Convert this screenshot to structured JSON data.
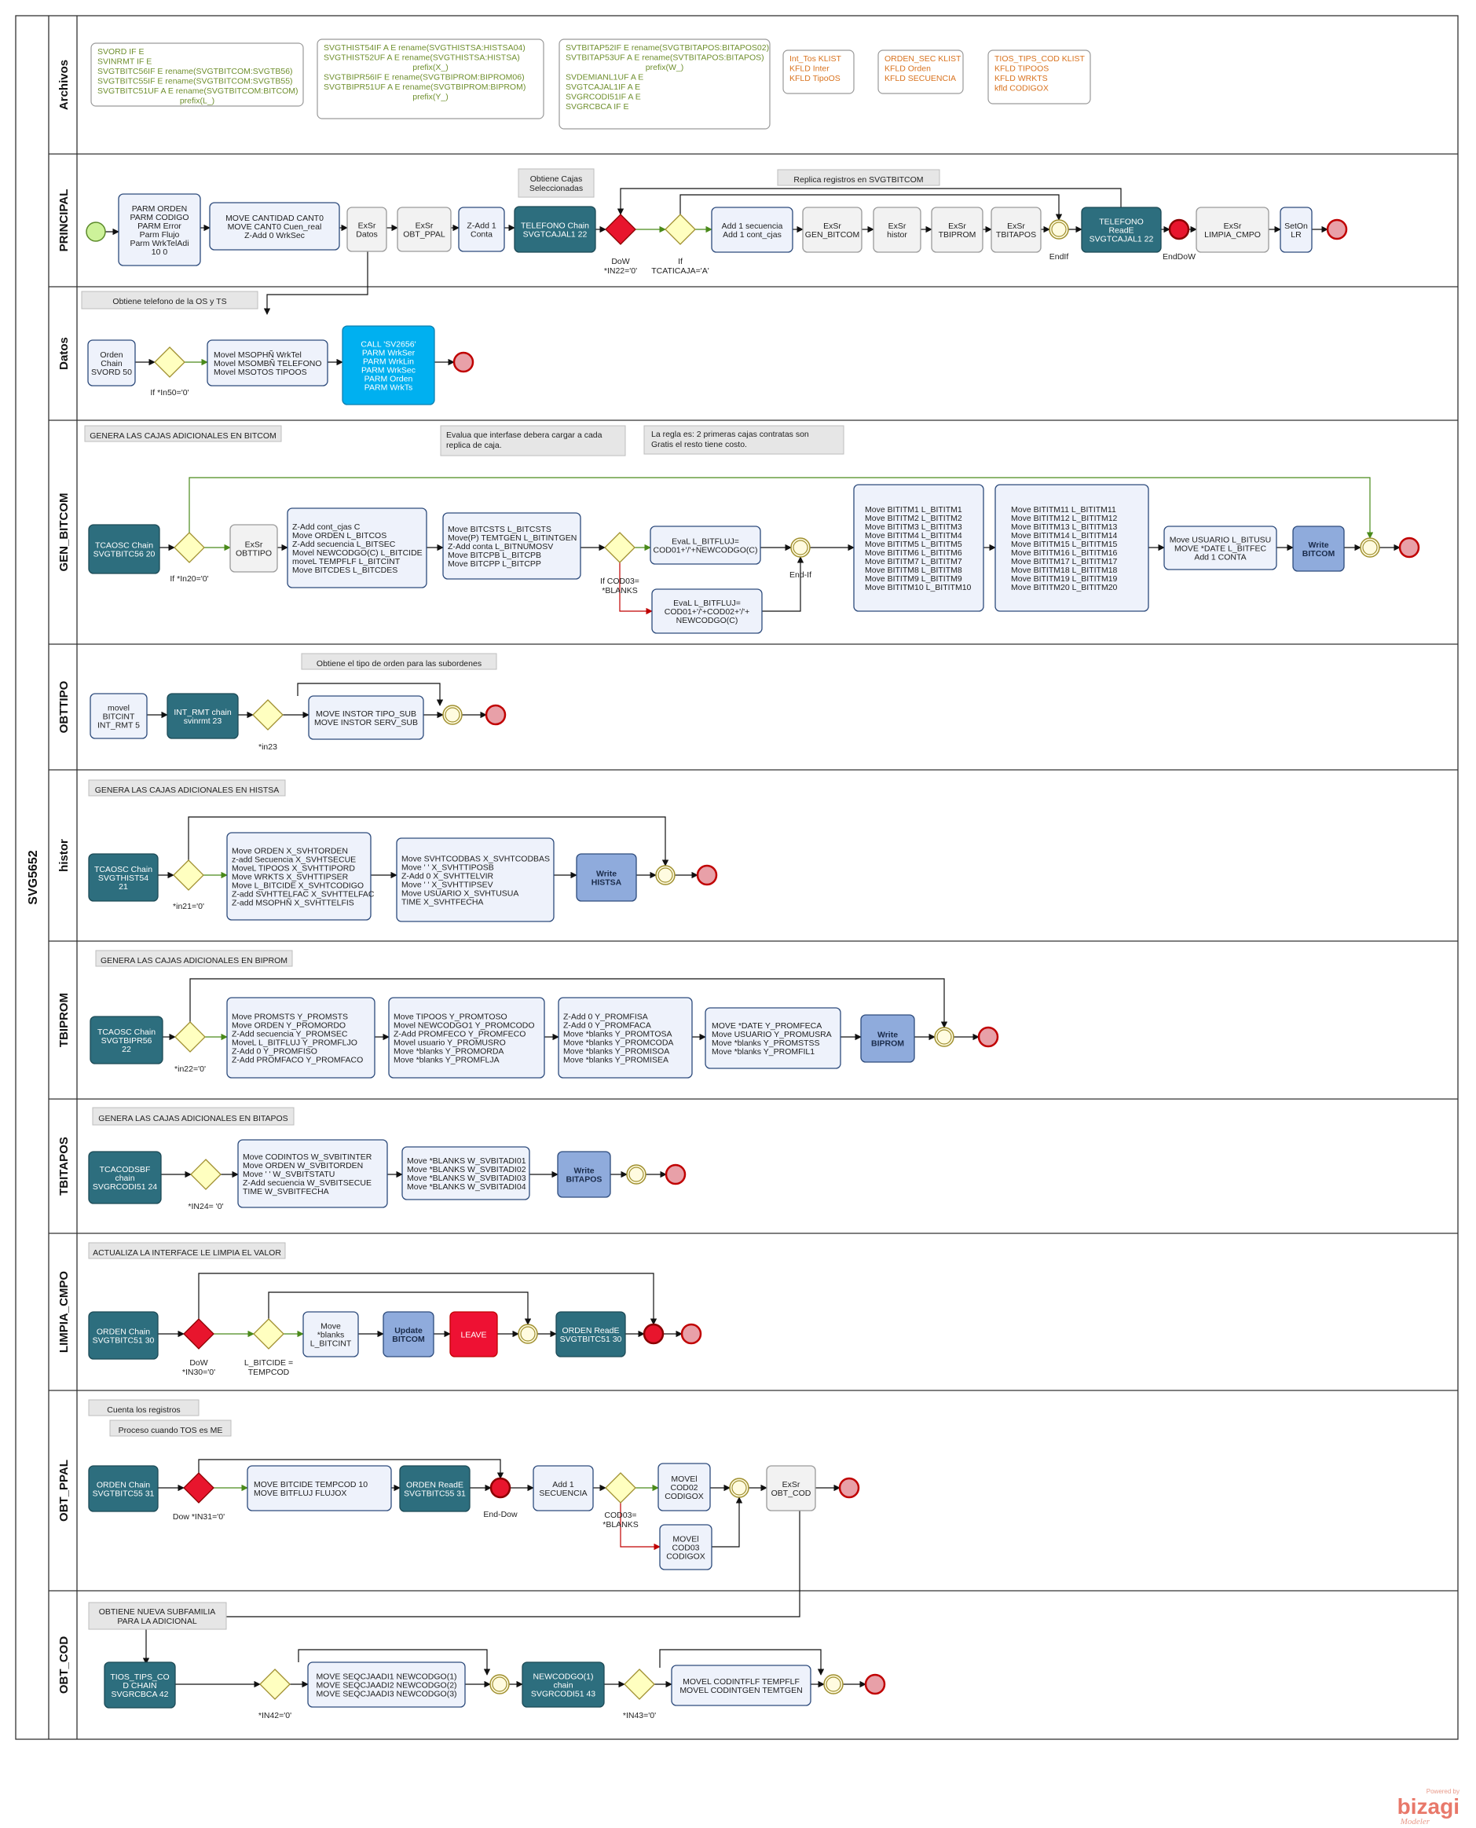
{
  "pool_name": "SVG5652",
  "lanes": [
    "Archivos",
    "PRINCIPAL",
    "Datos",
    "GEN_BITCOM",
    "OBTTIPO",
    "histor",
    "TBIPROM",
    "TBITAPOS",
    "LIMPIA_CMPO",
    "OBT_PPAL",
    "OBT_COD"
  ],
  "archivos": {
    "box1": [
      "SVORD       IF   E",
      "SVINRMT     IF   E",
      "SVGTBITC56IF   E rename(SVGTBITCOM:SVGTB56)",
      "SVGTBITC55IF   E rename(SVGTBITCOM:SVGTB55)",
      "SVGTBITC51UF A E rename(SVGTBITCOM:BITCOM)",
      "prefix(L_)"
    ],
    "box2": [
      "SVGTHIST54IF A E rename(SVGTHISTSA:HISTSA04)",
      "SVGTHIST52UF A E rename(SVGTHISTSA:HISTSA)",
      "prefix(X_)",
      "SVGTBIPR56IF    E rename(SVGTBIPROM:BIPROM06)",
      "SVGTBIPR51UF A E rename(SVGTBIPROM:BIPROM)",
      "prefix(Y_)"
    ],
    "box3": [
      "SVTBITAP52IF   E rename(SVGTBITAPOS:BITAPOS02)",
      "SVTBITAP53UF A E rename(SVTBITAPOS:BITAPOS)",
      "prefix(W_)",
      "SVDEMIANL1UF A E",
      "SVGTCAJAL1IF A E",
      "SVGRCODI51IF A E",
      "SVGRCBCA  IF   E"
    ],
    "box4": [
      "Int_Tos KLIST",
      "KFLD    Inter",
      "KFLD    TipoOS"
    ],
    "box5": [
      "ORDEN_SEC KLIST",
      "KFLD  Orden",
      "KFLD  SECUENCIA"
    ],
    "box6": [
      "TIOS_TIPS_COD KLIST",
      "KFLD       TIPOOS",
      "KFLD       WRKTS",
      "kfld       CODIGOX"
    ]
  },
  "principal": {
    "parm": [
      "PARM ORDEN",
      "PARM CODIGO",
      "PARM Error",
      "Parm Flujo",
      "Parm WrkTelAdi",
      "10 0"
    ],
    "move": [
      "MOVE   CANTIDAD    CANT0",
      "MOVE   CANT0       Cuen_real",
      "Z-Add  0           WrkSec"
    ],
    "exsr_datos": [
      "ExSr",
      "Datos"
    ],
    "exsr_obt": [
      "ExSr",
      "OBT_PPAL"
    ],
    "zadd": [
      "Z-Add  1",
      "Conta"
    ],
    "tel_chain": [
      "TELEFONO Chain",
      "SVGTCAJAL1 22"
    ],
    "ann_cajas": [
      "Obtiene Cajas",
      "Seleccionadas"
    ],
    "dow": [
      "DoW",
      "*IN22='0'"
    ],
    "if": [
      "If",
      "TCATICAJA='A'"
    ],
    "add": [
      "Add 1 secuencia",
      "Add 1 cont_cjas"
    ],
    "exsr_gen": [
      "ExSr",
      "GEN_BITCOM"
    ],
    "exsr_hist": [
      "ExSr",
      "histor"
    ],
    "exsr_tbiprom": [
      "ExSr",
      "TBIPROM"
    ],
    "exsr_tbitapos": [
      "ExSr",
      "TBITAPOS"
    ],
    "ann_replica": "Replica registros en SVGTBITCOM",
    "endif": "EndIf",
    "tel_reade": [
      "TELEFONO",
      "ReadE",
      "SVGTCAJAL1 22"
    ],
    "enddow": "EndDoW",
    "exsr_limpia": [
      "ExSr",
      "LIMPIA_CMPO"
    ],
    "seton": [
      "SetOn",
      "LR"
    ]
  },
  "datos": {
    "ann": "Obtiene telefono de la OS y TS",
    "orden": [
      "Orden",
      "Chain",
      "SVORD 50"
    ],
    "if": "If *In50='0'",
    "movel": [
      "Movel MSOPHÑ WrkTel",
      "Movel MSOMBÑ TELEFONO",
      "Movel MSOTOS TIPOOS"
    ],
    "call": [
      "CALL 'SV2656'",
      "PARM  WrkSer",
      "PARM  WrkLin",
      "PARM  WrkSec",
      "PARM  Orden",
      "PARM  WrkTs"
    ]
  },
  "gen": {
    "ann1": "GENERA LAS CAJAS ADICIONALES EN BITCOM",
    "ann2": [
      "Evalua que interfase debera cargar a cada",
      "replica de caja."
    ],
    "ann3": [
      "La regla es: 2 primeras cajas contratas son",
      "Gratis el resto tiene costo."
    ],
    "chain": [
      "TCAOSC Chain",
      "SVGTBITC56 20"
    ],
    "if": "If *In20='0'",
    "exsr": [
      "ExSr",
      "OBTTIPO"
    ],
    "zadd": [
      "Z-Add  cont_cjas   C",
      "Move   ORDEN       L_BITCOS",
      "Z-Add  secuencia   L_BITSEC",
      "Movel  NEWCODGO(C) L_BITCIDE",
      "moveL  TEMPFLF     L_BITCINT",
      "Move   BITCDES     L_BITCDES"
    ],
    "move": [
      "Move     BITCSTS  L_BITCSTS",
      "Move(P) TEMTGEN  L_BITINTGEN",
      "Z-Add    conta    L_BITNUMOSV",
      "Move     BITCPB   L_BITCPB",
      "Move     BITCPP   L_BITCPP"
    ],
    "ifcod": [
      "If COD03=",
      "*BLANKS"
    ],
    "eval1": [
      "EvaL      L_BITFLUJ=",
      "COD01+'/'+NEWCODGO(C)"
    ],
    "eval2": [
      "EvaL      L_BITFLUJ=",
      "COD01+'/'+COD02+'/'+",
      "NEWCODGO(C)"
    ],
    "endif": "End-If",
    "itm1": [
      "Move  BITITM1  L_BITITM1",
      "Move  BITITM2  L_BITITM2",
      "Move  BITITM3  L_BITITM3",
      "Move  BITITM4  L_BITITM4",
      "Move  BITITM5  L_BITITM5",
      "Move  BITITM6  L_BITITM6",
      "Move  BITITM7  L_BITITM7",
      "Move  BITITM8  L_BITITM8",
      "Move  BITITM9  L_BITITM9",
      "Move  BITITM10 L_BITITM10"
    ],
    "itm2": [
      "Move  BITITM11  L_BITITM11",
      "Move  BITITM12  L_BITITM12",
      "Move  BITITM13  L_BITITM13",
      "Move  BITITM14  L_BITITM14",
      "Move  BITITM15  L_BITITM15",
      "Move  BITITM16  L_BITITM16",
      "Move  BITITM17  L_BITITM17",
      "Move  BITITM18  L_BITITM18",
      "Move  BITITM19  L_BITITM19",
      "Move  BITITM20  L_BITITM20"
    ],
    "usuario": [
      "Move  USUARIO L_BITUSU",
      "MOVE  *DATE  L_BITFEC",
      "Add    1      CONTA"
    ],
    "write": [
      "Write",
      "BITCOM"
    ]
  },
  "obttipo": {
    "ann": "Obtiene el tipo de orden para las subordenes",
    "movel": [
      "movel",
      "BITCINT",
      "INT_RMT 5"
    ],
    "chain": [
      "INT_RMT chain",
      "svinrmt 23"
    ],
    "if": "*in23",
    "move": [
      "MOVE   INSTOR TIPO_SUB",
      "MOVE   INSTOR SERV_SUB"
    ]
  },
  "histor": {
    "ann": "GENERA LAS CAJAS ADICIONALES EN HISTSA",
    "chain": [
      "TCAOSC Chain",
      "SVGTHIST54",
      "21"
    ],
    "if": "*in21='0'",
    "move1": [
      "Move   ORDEN      X_SVHTORDEN",
      "z-add  Secuencia  X_SVHTSECUE",
      "MoveL  TIPOOS     X_SVHTTIPORD",
      "Move   WRKTS      X_SVHTTIPSER",
      "Move   L_BITCIDE  X_SVHTCODIGO",
      "Z-add  SVHTTELFAC X_SVHTTELFAC",
      "Z-add  MSOPHÑ     X_SVHTTELFIS"
    ],
    "move2": [
      "Move   SVHTCODBAS X_SVHTCODBAS",
      "Move   ' '        X_SVHTTIPOSB",
      "Z-Add  0          X_SVHTTELVIR",
      "Move   ' '        X_SVHTTIPSEV",
      "Move   USUARIO    X_SVHTUSUA",
      "TIME              X_SVHTFECHA"
    ],
    "write": [
      "Write",
      "HISTSA"
    ]
  },
  "tbiprom": {
    "ann": "GENERA LAS CAJAS ADICIONALES EN BIPROM",
    "chain": [
      "TCAOSC Chain",
      "SVGTBIPR56",
      "22"
    ],
    "if": "*in22='0'",
    "m1": [
      "Move   PROMSTS    Y_PROMSTS",
      "Move   ORDEN      Y_PROMORDO",
      "Z-Add  secuencia  Y_PROMSEC",
      "MoveL  L_BITFLUJ  Y_PROMFLJO",
      "Z-Add  0          Y_PROMFISO",
      "Z-Add  PROMFACO   Y_PROMFACO"
    ],
    "m2": [
      "Move  TIPOOS    Y_PROMTOSO",
      "Movel NEWCODGO1 Y_PROMCODO",
      "Z-Add PROMFECO  Y_PROMFECO",
      "Movel usuario   Y_PROMUSRO",
      "Move  *blanks   Y_PROMORDA",
      "Move  *blanks   Y_PROMFLJA"
    ],
    "m3": [
      "Z-Add 0         Y_PROMFISA",
      "Z-Add 0         Y_PROMFACA",
      "Move  *blanks Y_PROMTOSA",
      "Move  *blanks Y_PROMCODA",
      "Move  *blanks Y_PROMISOA",
      "Move  *blanks Y_PROMISEA"
    ],
    "m4": [
      "MOVE  *DATE    Y_PROMFECA",
      "Move  USUARIO  Y_PROMUSRA",
      "Move  *blanks  Y_PROMSTSS",
      "Move  *blanks  Y_PROMFIL1"
    ],
    "write": [
      "Write",
      "BIPROM"
    ]
  },
  "tbitapos": {
    "ann": "GENERA LAS CAJAS ADICIONALES EN BITAPOS",
    "chain": [
      "TCACODSBF",
      "chain",
      "SVGRCODI51 24"
    ],
    "if": "*IN24= '0'",
    "m1": [
      "Move   CODINTOS   W_SVBITINTER",
      "Move   ORDEN      W_SVBITORDEN",
      "Move   ' '        W_SVBITSTATU",
      "Z-Add  secuencia  W_SVBITSECUE",
      "TIME              W_SVBITFECHA"
    ],
    "m2": [
      "Move *BLANKS  W_SVBITADI01",
      "Move *BLANKS  W_SVBITADI02",
      "Move *BLANKS  W_SVBITADI03",
      "Move *BLANKS  W_SVBITADI04"
    ],
    "write": [
      "Write",
      "BITAPOS"
    ]
  },
  "limpia": {
    "ann": "ACTUALIZA LA INTERFACE LE LIMPIA EL VALOR",
    "chain": [
      "ORDEN  Chain",
      "SVGTBITC51 30"
    ],
    "dow": [
      "DoW",
      "*IN30='0'"
    ],
    "if": [
      "L_BITCIDE =",
      "TEMPCOD"
    ],
    "move": [
      "Move",
      "*blanks",
      "L_BITCINT"
    ],
    "update": [
      "Update",
      "BITCOM"
    ],
    "leave": "LEAVE",
    "reade": [
      "ORDEN ReadE",
      "SVGTBITC51 30"
    ]
  },
  "obtppal": {
    "ann1": "Cuenta los registros",
    "ann2": "Proceso cuando TOS es ME",
    "chain": [
      "ORDEN Chain",
      "SVGTBITC55 31"
    ],
    "dow": "Dow *IN31='0'",
    "move": [
      "MOVE BITCIDE TEMPCOD 10",
      "MOVE BITFLUJ FLUJOX"
    ],
    "reade": [
      "ORDEN ReadE",
      "SVGTBITC55 31"
    ],
    "enddow": "End-Dow",
    "add": [
      "Add     1",
      "SECUENCIA"
    ],
    "ifcod": [
      "COD03=",
      "*BLANKS"
    ],
    "m1": [
      "MOVEl",
      "COD02",
      "CODIGOX"
    ],
    "m2": [
      "MOVEl",
      "COD03",
      "CODIGOX"
    ],
    "exsr": [
      "ExSr",
      "OBT_COD"
    ]
  },
  "obtcod": {
    "ann": [
      "OBTIENE NUEVA SUBFAMILIA",
      "PARA LA ADICIONAL"
    ],
    "chain": [
      "TIOS_TIPS_CO",
      "D CHAIN",
      "SVGRCBCA 42"
    ],
    "if1": "*IN42='0'",
    "move": [
      "MOVE SEQCJAADI1 NEWCODGO(1)",
      "MOVE SEQCJAADI2 NEWCODGO(2)",
      "MOVE SEQCJAADI3 NEWCODGO(3)"
    ],
    "chain2": [
      "NEWCODGO(1)",
      "chain",
      "SVGRCODI51 43"
    ],
    "if2": "*IN43='0'",
    "movel": [
      "MOVEL CODINTFLF TEMPFLF",
      "MOVEL CODINTGEN TEMTGEN"
    ]
  },
  "watermark": {
    "powered": "Powered by",
    "brand": "bizagi",
    "product": "Modeler"
  },
  "colors": {
    "teal": "#2d6e7e",
    "red": "#e8152d",
    "blue_task": "#8fabdc",
    "cyan_call": "#00b0f0",
    "gateway": "#ffffc0",
    "end": "#e8a0a8"
  }
}
